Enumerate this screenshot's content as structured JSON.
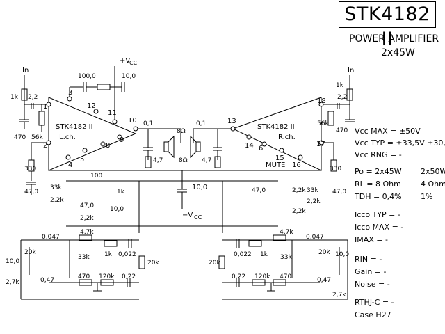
{
  "header": {
    "part_number": "STK4182 II",
    "description": "POWER AMPLIFIER",
    "power_rating": "2x45W"
  },
  "left_channel": {
    "ic_label": "STK4182 II",
    "channel_label": "L.ch.",
    "input_label": "In",
    "pins": [
      "1",
      "2",
      "3",
      "4",
      "5",
      "8",
      "9",
      "10",
      "11",
      "12"
    ],
    "components": [
      "1k",
      "2,2",
      "470",
      "56k",
      "330",
      "47,0",
      "33k",
      "2,2k",
      "100",
      "1k",
      "47,0",
      "10,0",
      "2,2k",
      "0,1",
      "4,7",
      "8Ω",
      "100,0",
      "10,0",
      "20k",
      "0,047",
      "4,7k",
      "1k",
      "0,022",
      "33k",
      "0,47",
      "10,0",
      "2,7k",
      "470",
      "120k",
      "0,22",
      "20k"
    ]
  },
  "right_channel": {
    "ic_label": "STK4182 II",
    "channel_label": "R.ch.",
    "input_label": "In",
    "pins": [
      "13",
      "14",
      "6",
      "15",
      "16",
      "17",
      "18"
    ],
    "mute_label": "MUTE",
    "components": [
      "1k",
      "2,2",
      "56k",
      "470",
      "330",
      "47,0",
      "33k",
      "2,2k",
      "47,0",
      "2,2k",
      "2,2k",
      "0,1",
      "4,7",
      "8Ω",
      "20k",
      "0,047",
      "4,7k",
      "1k",
      "0,022",
      "33k",
      "0,47",
      "10,0",
      "2,7k",
      "470",
      "120k",
      "0,22",
      "20k"
    ]
  },
  "supply": {
    "positive": "+V",
    "positive_sub": "CC",
    "negative": "−V",
    "negative_sub": "CC",
    "decoupling_cap": "10,0"
  },
  "specs": [
    {
      "name": "Vcc MAX",
      "value": "= ±50V",
      "alt": ""
    },
    {
      "name": "Vcc TYP",
      "value": "= ±33,5V",
      "alt": "±30,5"
    },
    {
      "name": "Vcc RNG",
      "value": "= -",
      "alt": ""
    },
    {
      "name": "Po",
      "value": "= 2x45W",
      "alt": "2x50W"
    },
    {
      "name": "RL",
      "value": "= 8 Ohm",
      "alt": "4 Ohm"
    },
    {
      "name": "TDH",
      "value": "= 0,4%",
      "alt": "1%"
    },
    {
      "name": "Icco TYP",
      "value": "= -",
      "alt": ""
    },
    {
      "name": "Icco MAX",
      "value": "= -",
      "alt": ""
    },
    {
      "name": "IMAX",
      "value": "= -",
      "alt": ""
    },
    {
      "name": "RIN",
      "value": "= -",
      "alt": ""
    },
    {
      "name": "Gain",
      "value": "= -",
      "alt": ""
    },
    {
      "name": "Noise",
      "value": "= -",
      "alt": ""
    },
    {
      "name": "RTHJ-C",
      "value": "= -",
      "alt": ""
    },
    {
      "name": "Case H27",
      "value": "",
      "alt": ""
    }
  ]
}
